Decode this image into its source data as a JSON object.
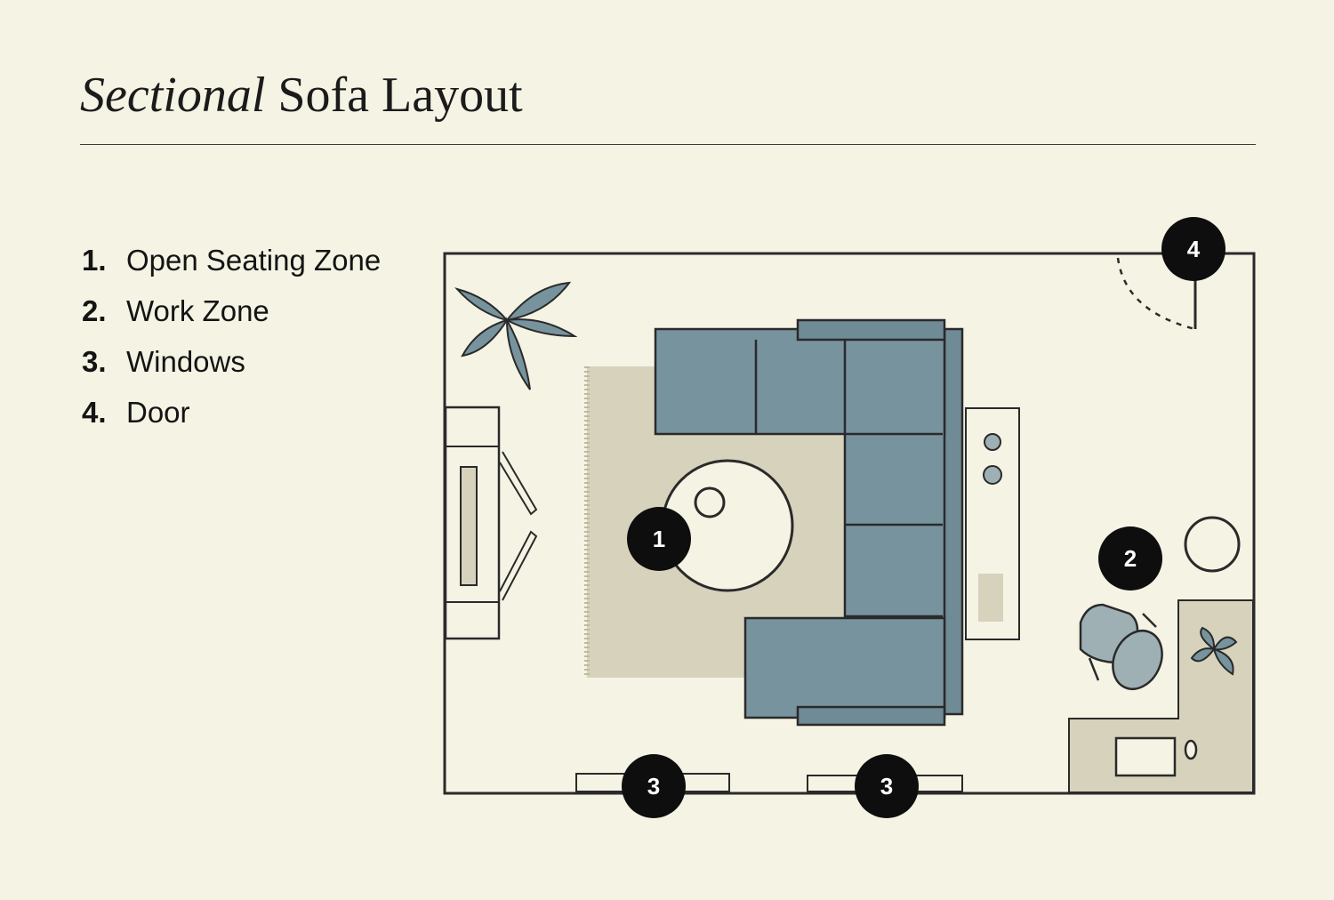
{
  "title": {
    "italic": "Sectional",
    "rest": "Sofa Layout"
  },
  "legend": [
    {
      "number": "1.",
      "label": "Open Seating Zone"
    },
    {
      "number": "2.",
      "label": "Work Zone"
    },
    {
      "number": "3.",
      "label": "Windows"
    },
    {
      "number": "4.",
      "label": "Door"
    }
  ],
  "markers": [
    "1",
    "2",
    "3",
    "3",
    "4"
  ],
  "colors": {
    "background": "#f5f3e4",
    "sofa": "#77939e",
    "rug": "#d6d2bc",
    "badge": "#0e0e0e",
    "chair": "#9fb0b5",
    "line": "#2a2a2a"
  },
  "icons": [
    "palm-plant-icon",
    "small-plant-icon",
    "office-chair-icon"
  ]
}
